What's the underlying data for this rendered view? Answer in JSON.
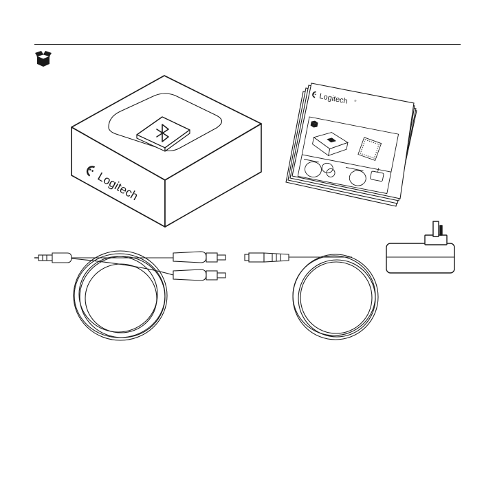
{
  "icons": {
    "whats_in_box": "box-icon",
    "product_logo": "logitech-g-logo",
    "bluetooth": "bluetooth-icon"
  },
  "product": {
    "brand_text": "Logitech"
  },
  "manual": {
    "brand_text": "Logitech",
    "trademark": "®"
  }
}
